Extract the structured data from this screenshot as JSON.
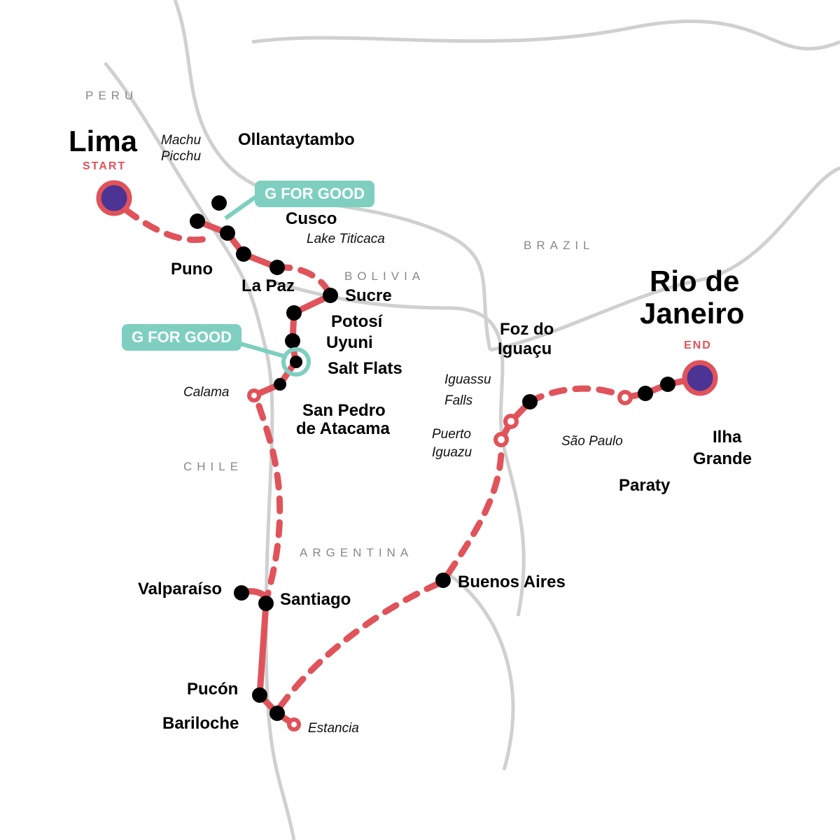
{
  "countries": {
    "peru": "PERU",
    "bolivia": "BOLIVIA",
    "brazil": "BRAZIL",
    "chile": "CHILE",
    "argentina": "ARGENTINA"
  },
  "start": {
    "city": "Lima",
    "tag": "START"
  },
  "end": {
    "city": "Rio de Janeiro",
    "city_line1": "Rio de",
    "city_line2": "Janeiro",
    "tag": "END"
  },
  "badges": [
    "G FOR GOOD",
    "G FOR GOOD"
  ],
  "stops": {
    "machu_picchu": "Machu Picchu",
    "ollantaytambo": "Ollantaytambo",
    "cusco": "Cusco",
    "lake_titicaca": "Lake Titicaca",
    "puno": "Puno",
    "la_paz": "La Paz",
    "sucre": "Sucre",
    "potosi": "Potosí",
    "uyuni": "Uyuni",
    "salt_flats": "Salt Flats",
    "calama": "Calama",
    "san_pedro_1": "San Pedro",
    "san_pedro_2": "de Atacama",
    "valparaiso": "Valparaíso",
    "santiago": "Santiago",
    "pucon": "Pucón",
    "bariloche": "Bariloche",
    "estancia": "Estancia",
    "buenos_aires": "Buenos Aires",
    "puerto_iguazu_1": "Puerto",
    "puerto_iguazu_2": "Iguazu",
    "iguassu_falls_1": "Iguassu",
    "iguassu_falls_2": "Falls",
    "foz_1": "Foz do",
    "foz_2": "Iguaçu",
    "sao_paulo": "São Paulo",
    "paraty": "Paraty",
    "ilha_1": "Ilha",
    "ilha_2": "Grande",
    "machu_1": "Machu",
    "machu_2": "Picchu"
  },
  "colors": {
    "route": "#e0535a",
    "stop": "#000000",
    "endpoint_fill": "#4b3494",
    "g_for_good": "#7ecfc0",
    "border": "#cccccc",
    "sea": "#9fd7e0"
  }
}
